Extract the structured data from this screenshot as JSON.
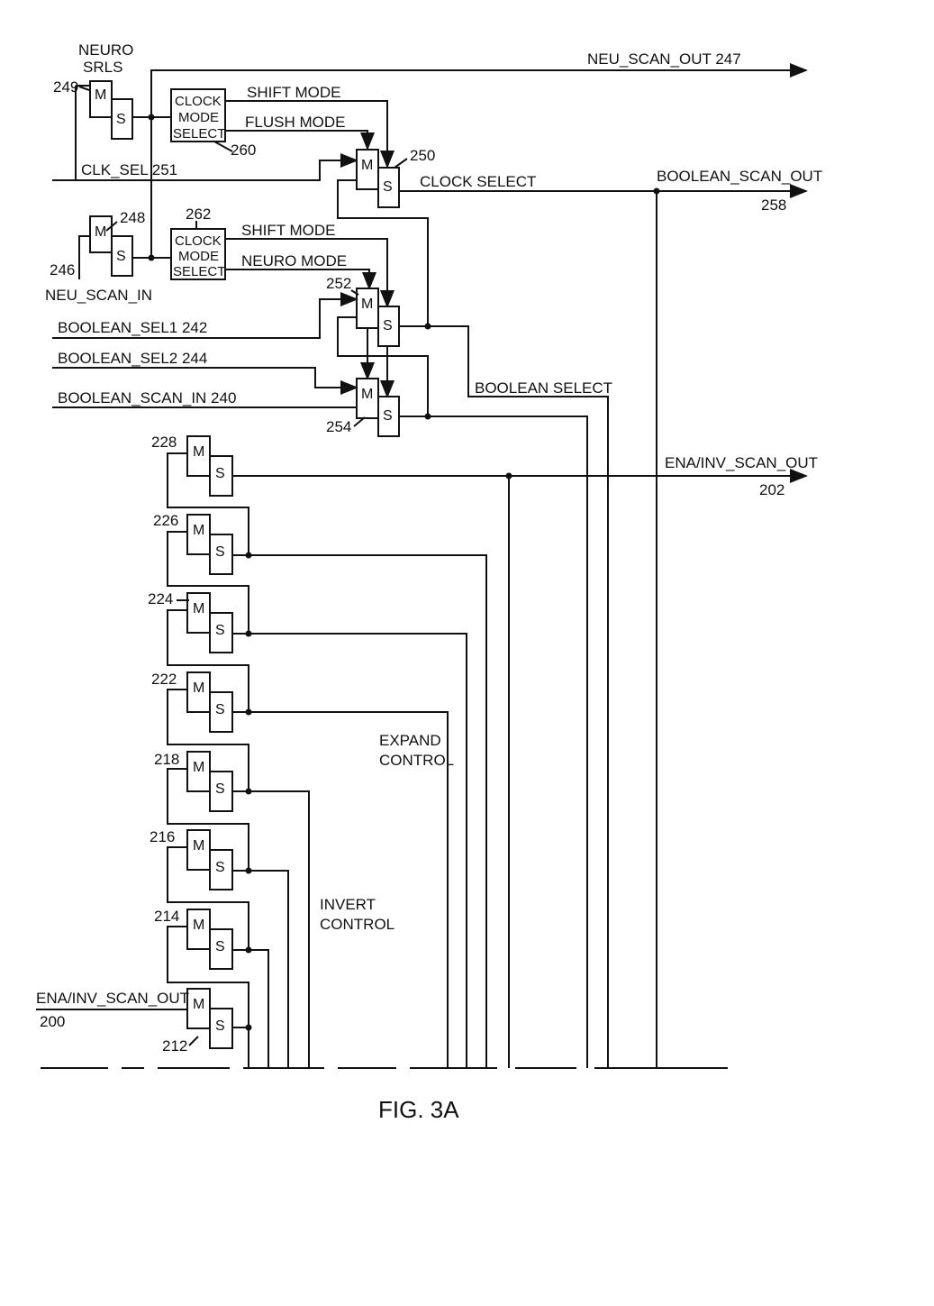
{
  "figure": {
    "caption": "FIG. 3A"
  },
  "neuro": {
    "label_line1": "NEURO",
    "label_line2": "SRLS",
    "ref": "249",
    "scan_out": "NEU_SCAN_OUT  247",
    "scan_in": "NEU_SCAN_IN",
    "scan_in_ref": "246",
    "srl_ref": "248"
  },
  "latch": {
    "master": "M",
    "slave": "S"
  },
  "clock_mode_select": {
    "line1": "CLOCK",
    "line2": "MODE",
    "line3": "SELECT",
    "ref_a": "260",
    "ref_b": "262"
  },
  "signals": {
    "shift_mode": "SHIFT MODE",
    "flush_mode": "FLUSH MODE",
    "neuro_mode": "NEURO MODE",
    "clk_sel": "CLK_SEL 251",
    "clock_select": "CLOCK SELECT",
    "boolean_scan_out": "BOOLEAN_SCAN_OUT",
    "boolean_scan_out_ref": "258",
    "boolean_sel1": "BOOLEAN_SEL1  242",
    "boolean_sel2": "BOOLEAN_SEL2  244",
    "boolean_scan_in": "BOOLEAN_SCAN_IN  240",
    "boolean_select": "BOOLEAN SELECT",
    "ena_inv_scan_out_top": "ENA/INV_SCAN_OUT",
    "ena_inv_scan_out_top_ref": "202",
    "ena_inv_scan_out_bottom": "ENA/INV_SCAN_OUT",
    "ena_inv_scan_out_bottom_ref": "200",
    "expand_line1": "EXPAND",
    "expand_line2": "CONTROL",
    "invert_line1": "INVERT",
    "invert_line2": "CONTROL"
  },
  "refs": {
    "r250": "250",
    "r252": "252",
    "r254": "254",
    "r228": "228",
    "r226": "226",
    "r224": "224",
    "r222": "222",
    "r218": "218",
    "r216": "216",
    "r214": "214",
    "r212": "212"
  }
}
